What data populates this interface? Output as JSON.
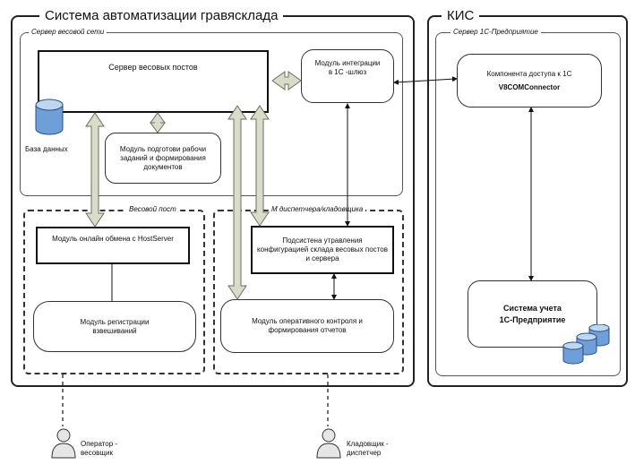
{
  "system": {
    "title": "Система автоматизации гравясклада",
    "server_caption": "Сервер весовой сети",
    "weight_server": "Сервер весовых постов",
    "integration_module": "Модуль интеграции в 1С -шлюз",
    "database": "База данных",
    "task_module": "Модуль подготови рабочи заданий и формирования документов",
    "weigh_post_caption": "Весовой пост",
    "online_module": "Модуль онлайн обмена с HostServer",
    "registration_module": "Модуль регистрации взвешиваний",
    "dispatcher_caption": "М диспетчера/кладовщика",
    "config_subsystem": "Подсистена утравления конфигурацией склада весовых постов и сервера",
    "control_module": "Модуль оперативного контроля и формирования отчетов"
  },
  "kis": {
    "title": "КИС",
    "server_caption": "Сервер 1С-Предприятие",
    "component": "Компонента доступа к 1С",
    "component_name": "V8COMConnector",
    "accounting_line1": "Система учета",
    "accounting_line2": "1С-Предприятие"
  },
  "actors": {
    "operator": "Оператор - весовщик",
    "storekeeper": "Кладовщик - диспетчер"
  },
  "colors": {
    "fat_arrow_fill": "#d9dcc8",
    "fat_arrow_stroke": "#6b6f5e",
    "db_fill": "#6f9fd8"
  }
}
